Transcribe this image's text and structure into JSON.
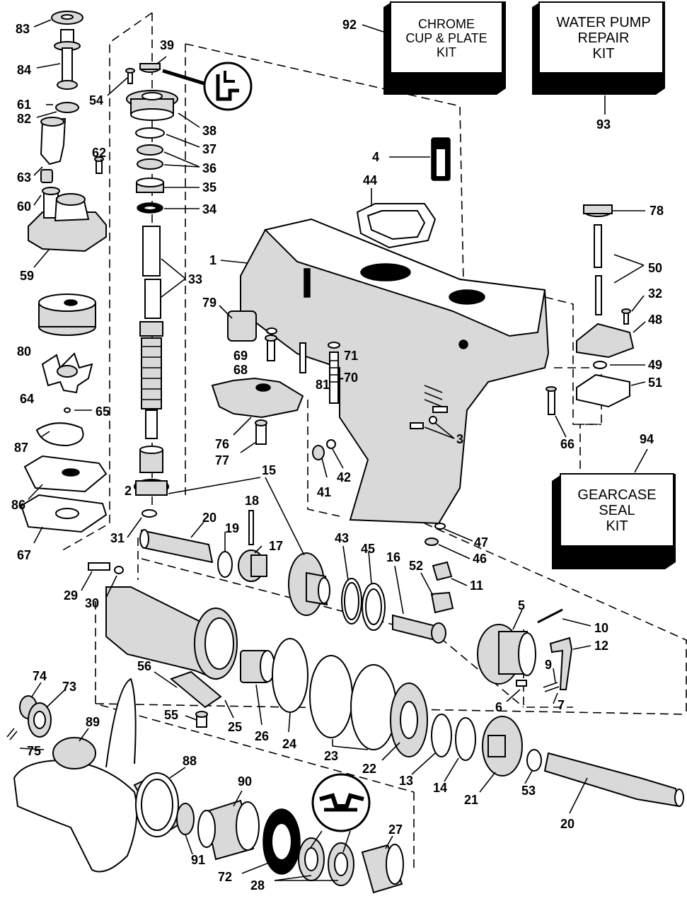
{
  "kits": {
    "chrome": [
      "CHROME",
      "CUP & PLATE",
      "KIT"
    ],
    "waterpump": [
      "WATER PUMP",
      "REPAIR",
      "KIT"
    ],
    "gearcase": [
      "GEARCASE",
      "SEAL",
      "KIT"
    ]
  },
  "labels": {
    "n83": "83",
    "n84": "84",
    "n61": "61",
    "n82": "82",
    "n62": "62",
    "n63": "63",
    "n60": "60",
    "n59": "59",
    "n80": "80",
    "n64": "64",
    "n65": "65",
    "n87": "87",
    "n86": "86",
    "n67": "67",
    "n39": "39",
    "n54": "54",
    "n38": "38",
    "n37": "37",
    "n36": "36",
    "n35": "35",
    "n34": "34",
    "n33": "33",
    "n2": "2",
    "n31": "31",
    "n92": "92",
    "n93": "93",
    "n4": "4",
    "n44": "44",
    "n1": "1",
    "n79": "79",
    "n69": "69",
    "n68": "68",
    "n81": "81",
    "n71": "71",
    "n70": "-70",
    "n78": "78",
    "n50": "50",
    "n32": "32",
    "n48": "48",
    "n49": "49",
    "n51": "51",
    "n66": "66",
    "n3": "3",
    "n76": "76",
    "n77": "77",
    "n15": "15",
    "n41": "41",
    "n42": "42",
    "n94": "94",
    "n18": "18",
    "n20a": "20",
    "n19": "19",
    "n17": "17",
    "n43": "43",
    "n45": "45",
    "n16": "16",
    "n47": "47",
    "n46": "46",
    "n52": "52",
    "n11": "11",
    "n29": "29",
    "n30": "30",
    "n5": "5",
    "n10": "10",
    "n12": "12",
    "n9": "9",
    "n7": "7",
    "n6": "6",
    "n74": "74",
    "n73": "73",
    "n56": "56",
    "n55": "55",
    "n25": "25",
    "n26": "26",
    "n24": "24",
    "n23": "23",
    "n22": "22",
    "n13": "13",
    "n14": "14",
    "n21": "21",
    "n53": "53",
    "n20b": "20",
    "n89": "89",
    "n75": "75",
    "n88": "88",
    "n90": "90",
    "n91": "91",
    "n72": "72",
    "n27": "27",
    "n28": "28"
  }
}
